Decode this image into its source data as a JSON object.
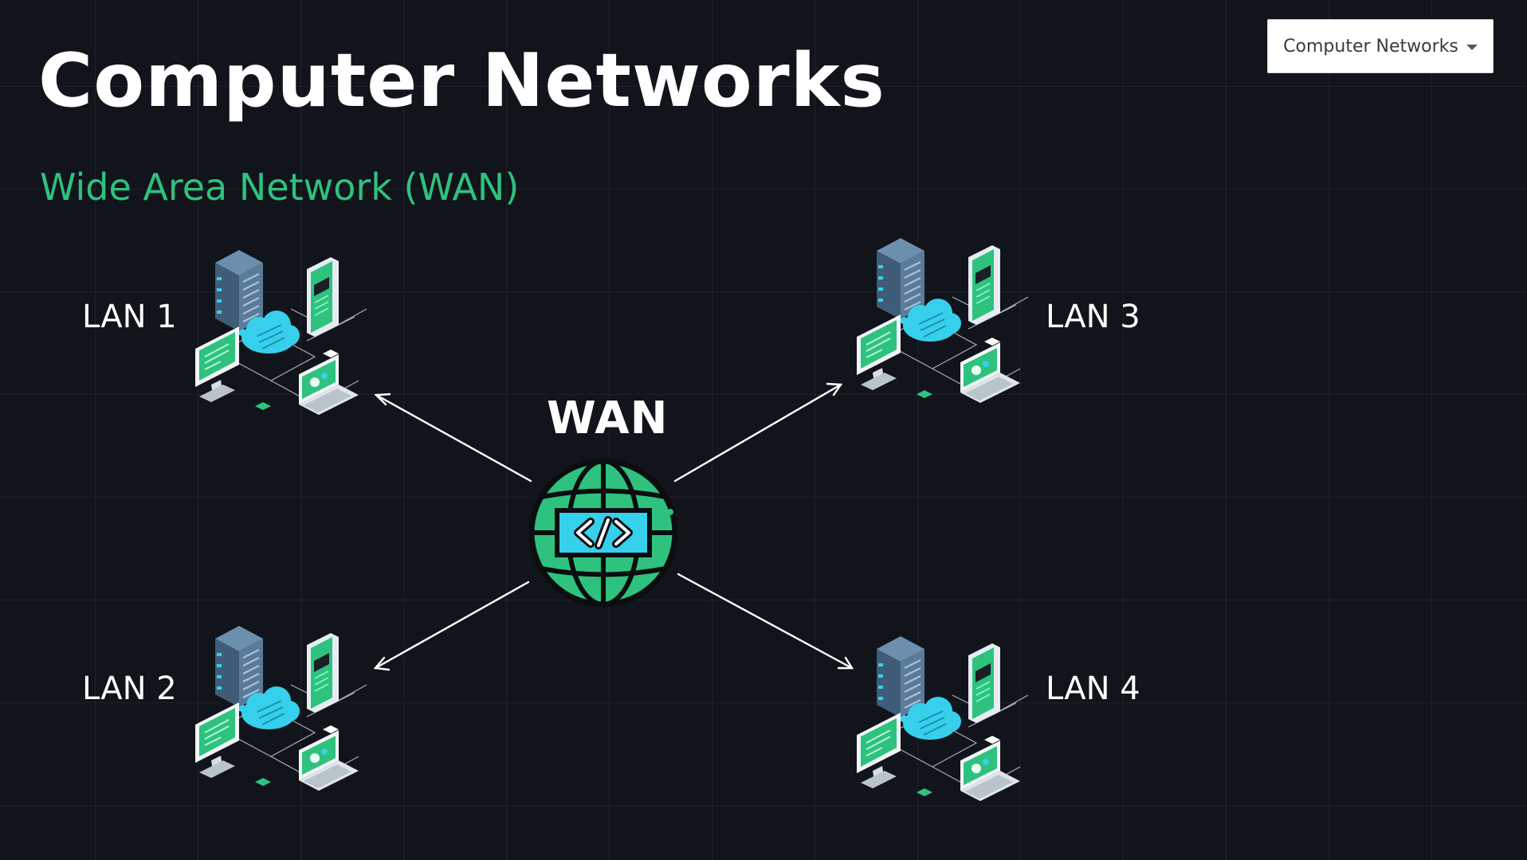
{
  "header": {
    "title": "Computer Networks",
    "subtitle": "Wide Area Network (WAN)"
  },
  "topic_selector": {
    "selected": "Computer Networks"
  },
  "diagram": {
    "hub": {
      "label": "WAN",
      "icon": "globe-code-icon"
    },
    "lans": [
      {
        "label": "LAN 1",
        "icon": "lan-cluster-icon"
      },
      {
        "label": "LAN 2",
        "icon": "lan-cluster-icon"
      },
      {
        "label": "LAN 3",
        "icon": "lan-cluster-icon"
      },
      {
        "label": "LAN 4",
        "icon": "lan-cluster-icon"
      }
    ]
  },
  "colors": {
    "background": "#12141b",
    "accent_green": "#2ec27e",
    "accent_cyan": "#36d0ec",
    "server_blue": "#4b6d8c",
    "text": "#ffffff"
  }
}
